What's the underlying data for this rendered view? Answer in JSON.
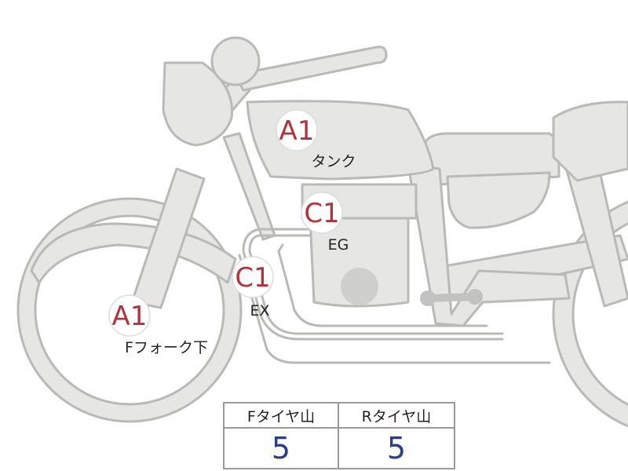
{
  "parts": [
    {
      "id": "tank",
      "grade": "A1",
      "label": "タンク"
    },
    {
      "id": "engine",
      "grade": "C1",
      "label": "EG"
    },
    {
      "id": "exhaust",
      "grade": "C1",
      "label": "EX"
    },
    {
      "id": "front-fork",
      "grade": "A1",
      "label": "Fフォーク下"
    }
  ],
  "tire_table": {
    "headers": [
      "Fタイヤ山",
      "Rタイヤ山"
    ],
    "values": [
      "5",
      "5"
    ]
  },
  "colors": {
    "grade": "#b4323a",
    "value": "#2a3f8c",
    "silhouette_fill": "#e6e6e4",
    "silhouette_stroke": "#b9b9b6"
  }
}
